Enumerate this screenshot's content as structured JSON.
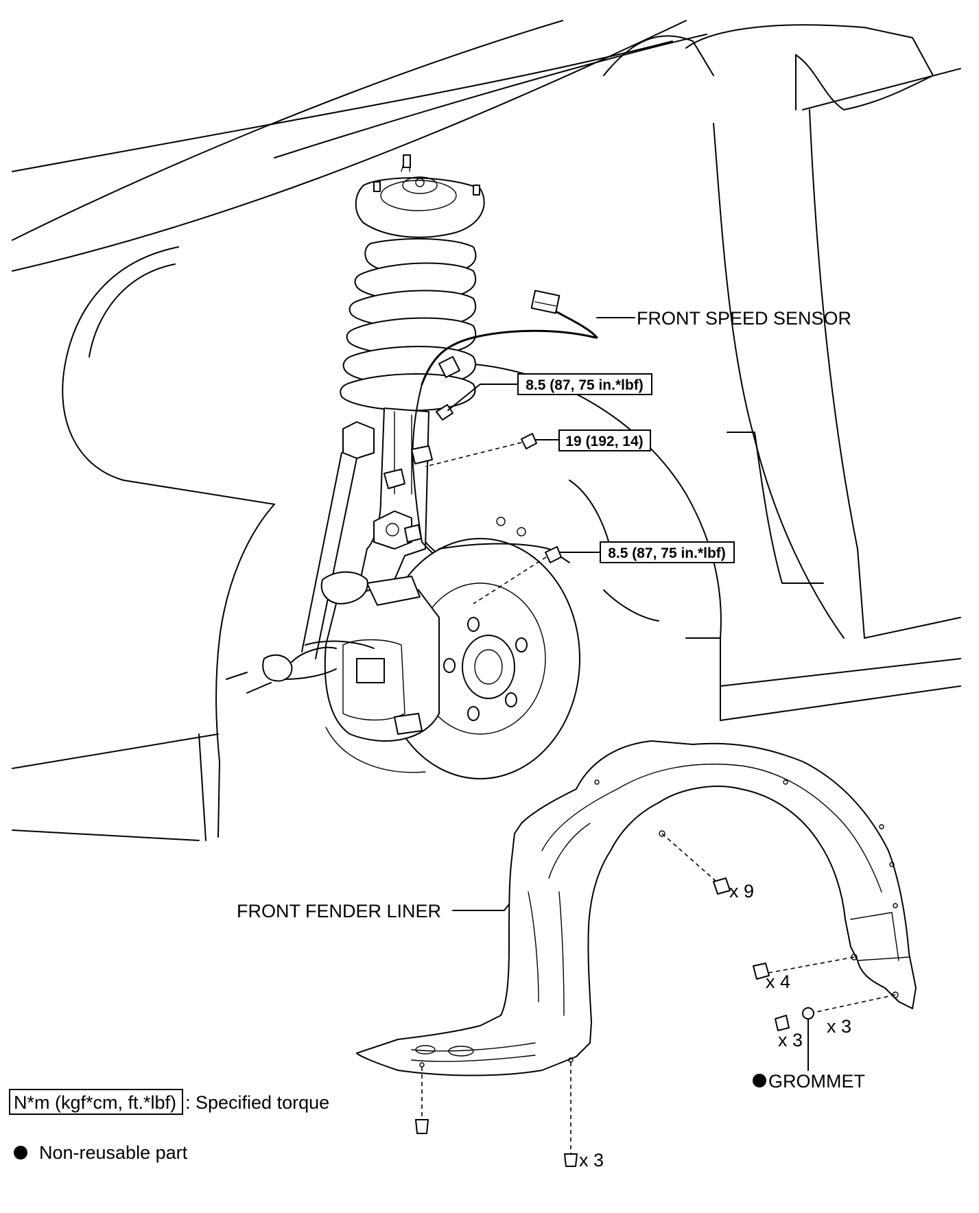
{
  "labels": {
    "front_speed_sensor": "FRONT SPEED SENSOR",
    "front_fender_liner": "FRONT FENDER LINER",
    "grommet": "GROMMET"
  },
  "torques": {
    "upper_bracket": "8.5 (87, 75 in.*lbf)",
    "strut_bracket": "19 (192, 14)",
    "knuckle_bolt": "8.5 (87, 75 in.*lbf)"
  },
  "quantities": {
    "liner_top_clips": "x 9",
    "rear_screws": "x 4",
    "rear_bolts": "x 3",
    "grommets": "x 3",
    "bottom_screws": "x 3"
  },
  "legend": {
    "torque_box": "N*m (kgf*cm, ft.*lbf)",
    "torque_text": ": Specified torque",
    "nonreusable_text": "Non-reusable part"
  }
}
